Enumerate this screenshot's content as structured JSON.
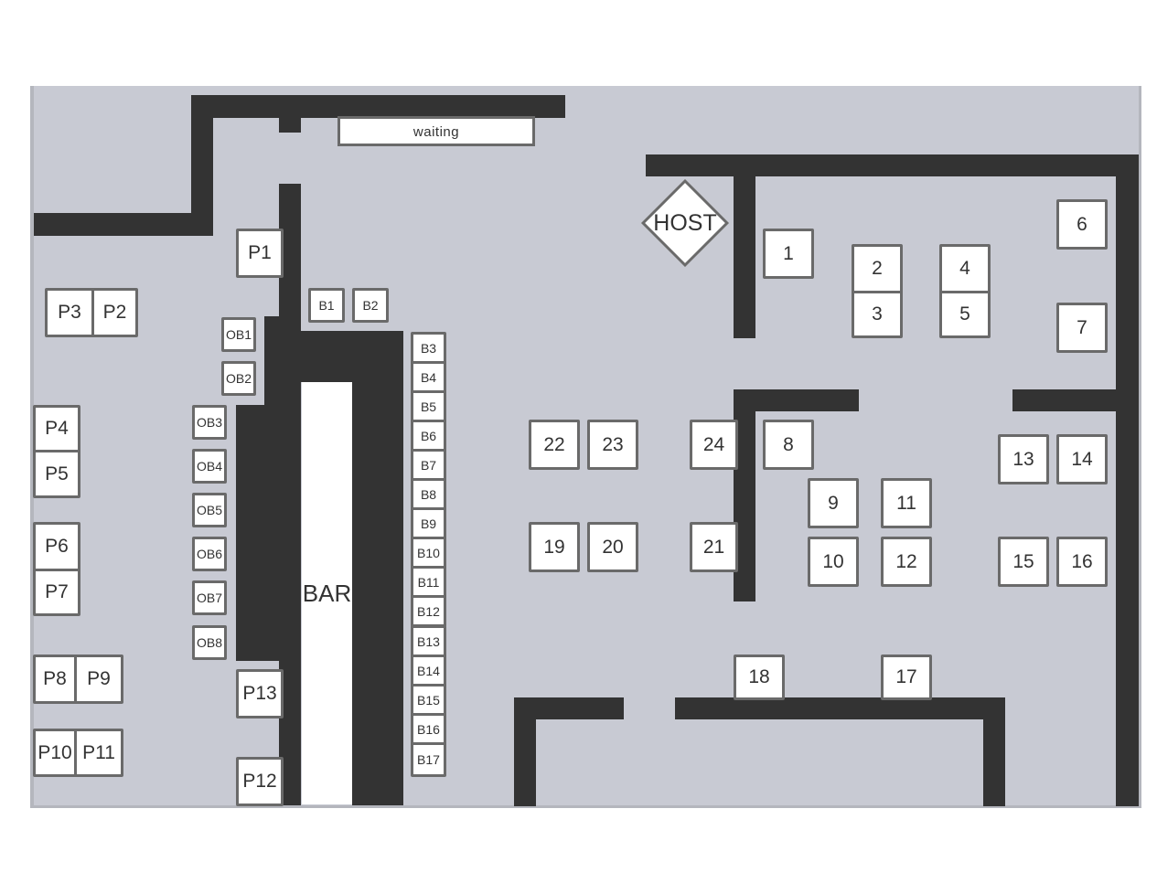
{
  "labels": {
    "waiting": "waiting",
    "bar": "BAR",
    "host": "HOST"
  },
  "tables": {
    "P1": "P1",
    "P2": "P2",
    "P3": "P3",
    "P4": "P4",
    "P5": "P5",
    "P6": "P6",
    "P7": "P7",
    "P8": "P8",
    "P9": "P9",
    "P10": "P10",
    "P11": "P11",
    "P12": "P12",
    "P13": "P13",
    "OB1": "OB1",
    "OB2": "OB2",
    "OB3": "OB3",
    "OB4": "OB4",
    "OB5": "OB5",
    "OB6": "OB6",
    "OB7": "OB7",
    "OB8": "OB8",
    "B1": "B1",
    "B2": "B2",
    "B3": "B3",
    "B4": "B4",
    "B5": "B5",
    "B6": "B6",
    "B7": "B7",
    "B8": "B8",
    "B9": "B9",
    "B10": "B10",
    "B11": "B11",
    "B12": "B12",
    "B13": "B13",
    "B14": "B14",
    "B15": "B15",
    "B16": "B16",
    "B17": "B17",
    "T1": "1",
    "T2": "2",
    "T3": "3",
    "T4": "4",
    "T5": "5",
    "T6": "6",
    "T7": "7",
    "T8": "8",
    "T9": "9",
    "T10": "10",
    "T11": "11",
    "T12": "12",
    "T13": "13",
    "T14": "14",
    "T15": "15",
    "T16": "16",
    "T17": "17",
    "T18": "18",
    "T19": "19",
    "T20": "20",
    "T21": "21",
    "T22": "22",
    "T23": "23",
    "T24": "24"
  },
  "colors": {
    "floor": "#c8cad3",
    "wall": "#333333",
    "table": "#ffffff",
    "table_border": "#6a6a6a"
  }
}
